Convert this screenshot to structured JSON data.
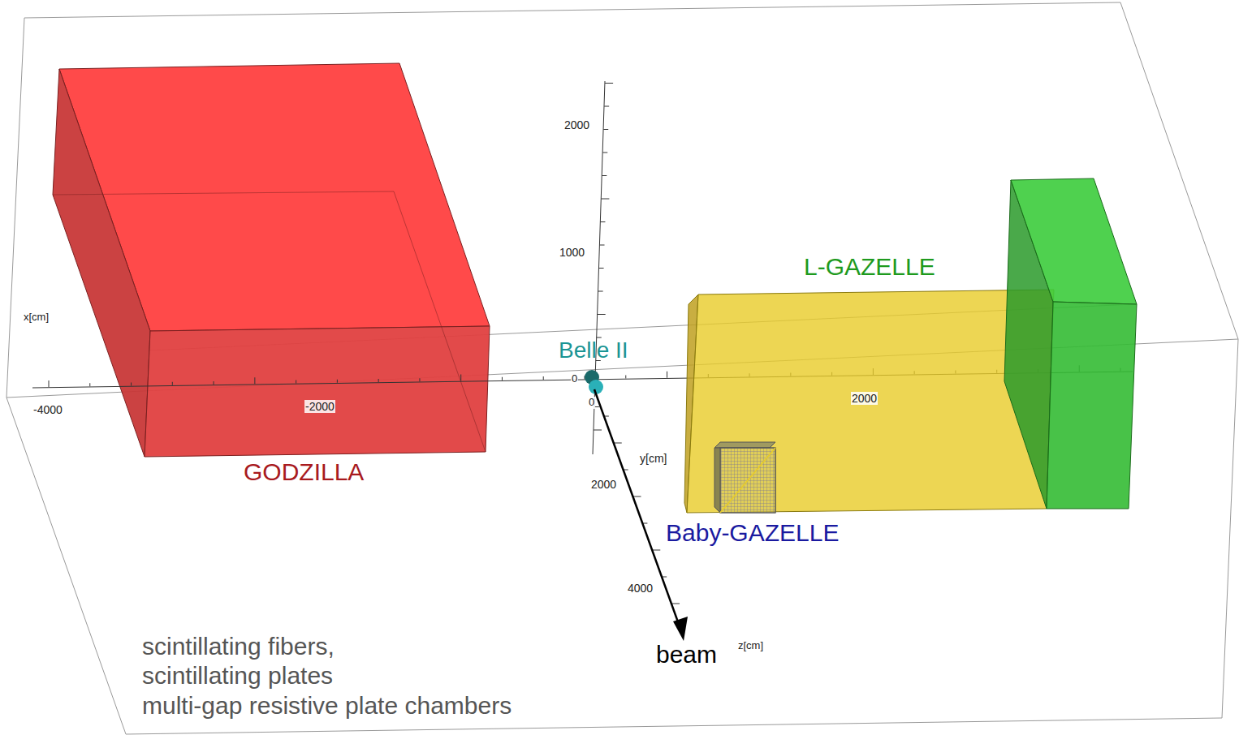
{
  "diagram": {
    "nodes": [
      {
        "text": [
          "GODZILLA"
        ]
      },
      {
        "text": [
          "Belle II"
        ]
      },
      {
        "text": [
          "L-GAZELLE"
        ]
      },
      {
        "text": [
          "Baby-GAZELLE"
        ],
        "in": 2
      }
    ],
    "labels": [
      "x[cm]",
      "2000",
      "1000",
      "0",
      "-4000",
      "-2000",
      "0",
      "2000",
      "y[cm]",
      "2000",
      "4000",
      "beam",
      "z[cm]",
      "scintillating fibers,",
      "scintillating plates",
      "multi-gap resistive plate chambers"
    ]
  }
}
